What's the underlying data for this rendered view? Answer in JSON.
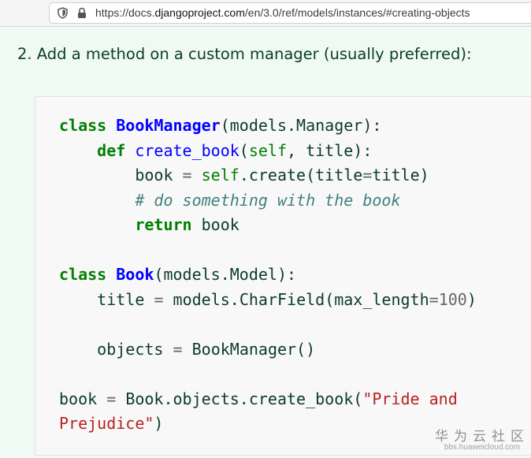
{
  "browser": {
    "url_prefix": "https://docs.",
    "url_domain": "djangoproject.com",
    "url_path": "/en/3.0/ref/models/instances/#creating-objects"
  },
  "content": {
    "list_item": "2. Add a method on a custom manager (usually preferred):"
  },
  "code": {
    "class_kw": "class",
    "def_kw": "def",
    "return_kw": "return",
    "manager_class": "BookManager",
    "manager_base": "(models.Manager):",
    "method_name": "create_book",
    "method_args_open": "(",
    "self_kw": "self",
    "method_args_rest": ", title):",
    "book_var": "book",
    "eq": "=",
    "self_create": "self",
    "create_call": ".create(title",
    "create_arg": "title)",
    "comment": "# do something with the book",
    "return_value": "book",
    "book_class": "Book",
    "book_base": "(models.Model):",
    "title_field": "title",
    "charfield_call": "models.CharField(max_length",
    "max_length": "100",
    "close_paren": ")",
    "objects_field": "objects",
    "manager_call": "BookManager()",
    "book_assign": "book",
    "create_book_call": "Book.objects.create_book(",
    "string_part1": "\"Pride and",
    "string_part2": "Prejudice\""
  },
  "watermark": {
    "title": "华为云社区",
    "url": "bbs.huaweicloud.com"
  }
}
